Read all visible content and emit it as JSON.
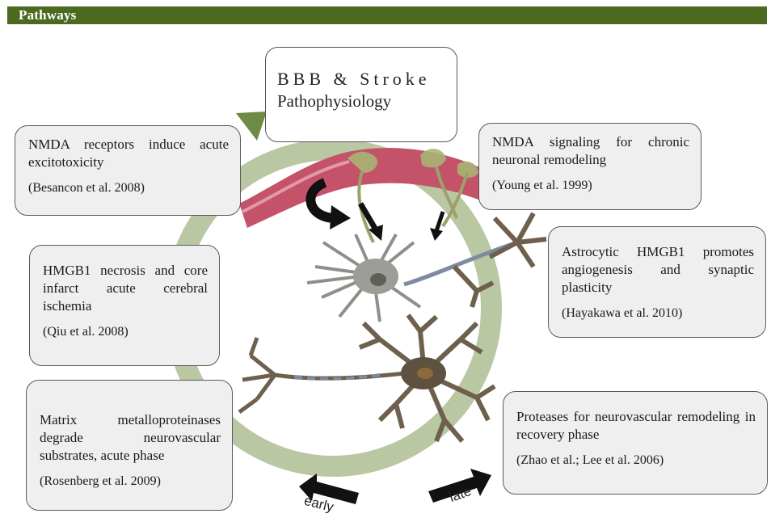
{
  "header": {
    "title": "Pathways"
  },
  "center": {
    "title_line1": "BBB & Stroke",
    "title_line2": "Pathophysiology"
  },
  "boxes": {
    "nmda_acute": {
      "text": "NMDA receptors induce acute excitotoxicity",
      "cite": "(Besancon et al. 2008)"
    },
    "hmgb1_necrosis": {
      "text": "HMGB1 necrosis and core infarct acute cerebral ischemia",
      "cite": "(Qiu et al. 2008)"
    },
    "mmp": {
      "text": "Matrix metalloproteinases degrade neurovascular substrates, acute phase",
      "cite": "(Rosenberg et al. 2009)"
    },
    "nmda_chronic": {
      "text": "NMDA signaling for chronic neuronal remodeling",
      "cite": "(Young et al. 1999)"
    },
    "astro_hmgb1": {
      "text": "Astrocytic HMGB1 promotes angiogenesis and synaptic plasticity",
      "cite": "(Hayakawa et al. 2010)"
    },
    "proteases": {
      "text": "Proteases for neurovascular remodeling in recovery phase",
      "cite": "(Zhao et al.; Lee et al. 2006)"
    }
  },
  "arrows": {
    "early": "early",
    "late": "late"
  },
  "colors": {
    "header": "#4b6a1f",
    "cycle": "#a9b98c",
    "cycle_dark": "#6f8a45",
    "vessel": "#c4536a",
    "neuron": "#857a66"
  }
}
